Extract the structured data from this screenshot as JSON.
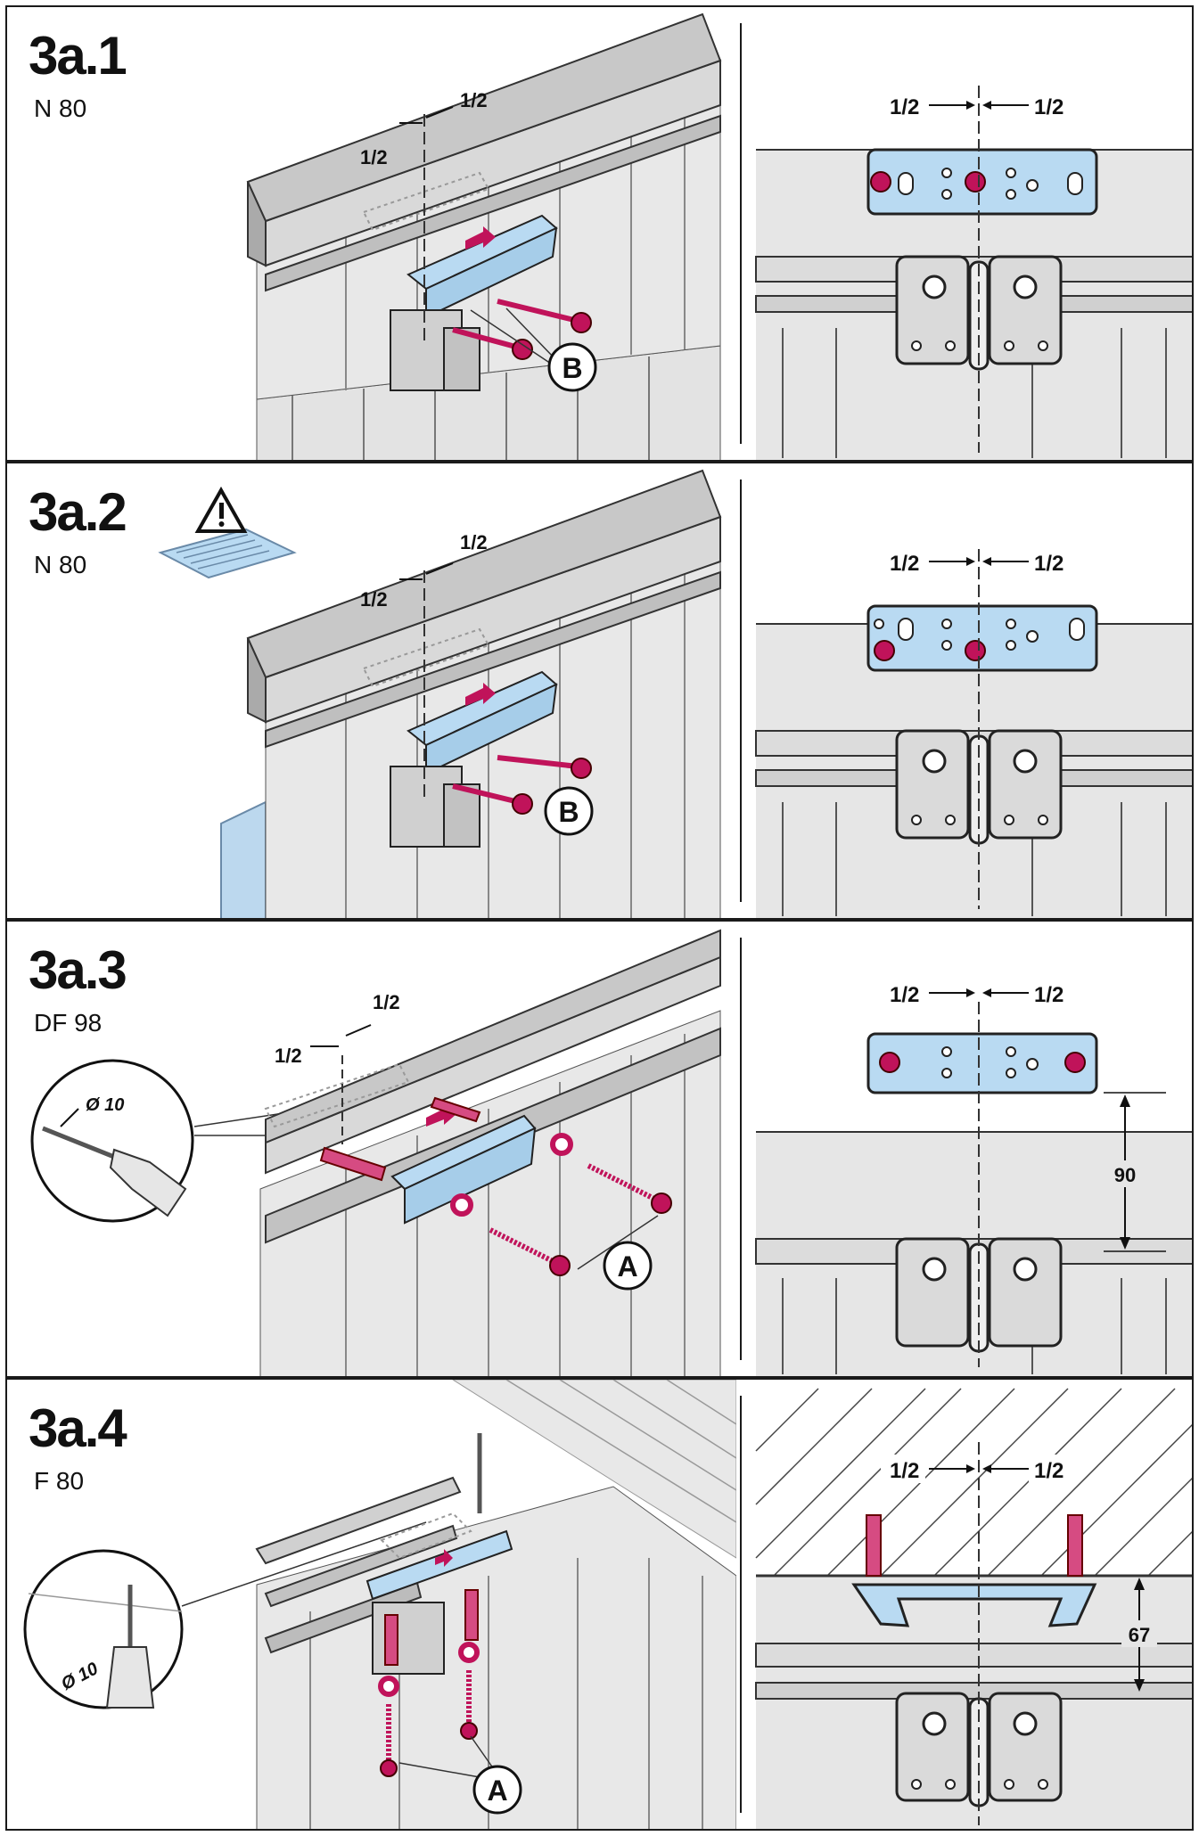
{
  "steps": [
    {
      "id": "3a.1",
      "subtitle": "N 80",
      "half_left": "1/2",
      "half_right": "1/2",
      "callout": "B",
      "warning": false
    },
    {
      "id": "3a.2",
      "subtitle": "N 80",
      "half_left": "1/2",
      "half_right": "1/2",
      "callout": "B",
      "warning": true
    },
    {
      "id": "3a.3",
      "subtitle": "DF 98",
      "half_left": "1/2",
      "half_right": "1/2",
      "callout": "A",
      "drill": "Ø 10",
      "dimension": "90"
    },
    {
      "id": "3a.4",
      "subtitle": "F 80",
      "half_left": "1/2",
      "half_right": "1/2",
      "callout": "A",
      "drill": "Ø 10",
      "dimension": "67"
    }
  ],
  "colors": {
    "rail": "#d6d6d6",
    "rail_dark": "#9a9a9a",
    "bracket": "#b9daf2",
    "screw": "#c0135a",
    "door": "#e3e3e3",
    "wood": "#bcd8ee"
  },
  "icons": [
    "warning-manual-icon",
    "drill-icon"
  ]
}
